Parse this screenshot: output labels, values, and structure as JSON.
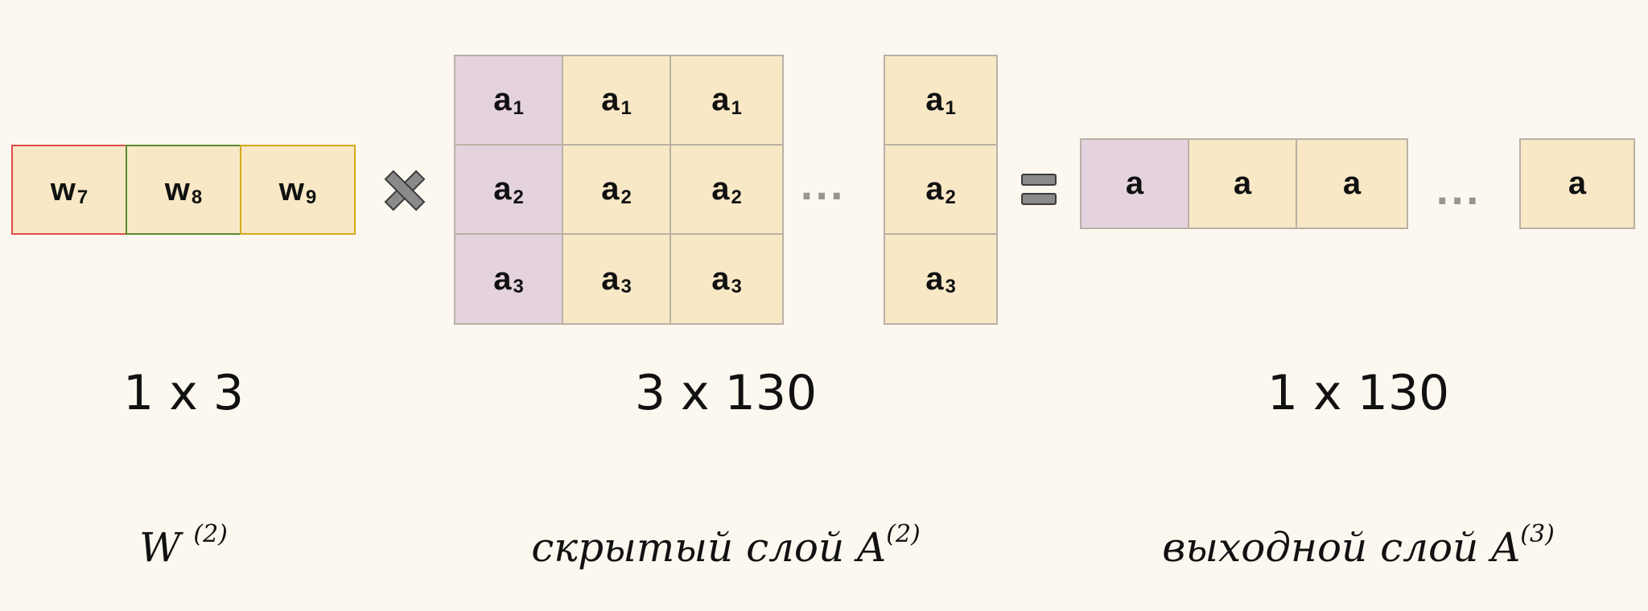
{
  "weights": {
    "cells": [
      {
        "base": "w",
        "sub": "7",
        "border": "#e04b4b"
      },
      {
        "base": "w",
        "sub": "8",
        "border": "#5a8a2e"
      },
      {
        "base": "w",
        "sub": "9",
        "border": "#d2a91a"
      }
    ],
    "dimension": "1 x 3",
    "caption_base": "W ",
    "caption_sup": "(2)"
  },
  "hidden_layer": {
    "matrix": [
      [
        {
          "base": "a",
          "sub": "1"
        },
        {
          "base": "a",
          "sub": "1"
        },
        {
          "base": "a",
          "sub": "1"
        }
      ],
      [
        {
          "base": "a",
          "sub": "2"
        },
        {
          "base": "a",
          "sub": "2"
        },
        {
          "base": "a",
          "sub": "2"
        }
      ],
      [
        {
          "base": "a",
          "sub": "3"
        },
        {
          "base": "a",
          "sub": "3"
        },
        {
          "base": "a",
          "sub": "3"
        }
      ]
    ],
    "last_column": [
      {
        "base": "a",
        "sub": "1"
      },
      {
        "base": "a",
        "sub": "2"
      },
      {
        "base": "a",
        "sub": "3"
      }
    ],
    "ellipsis": "...",
    "dimension": "3 x 130",
    "caption_base": "скрытый слой A",
    "caption_sup": "(2)"
  },
  "output_layer": {
    "cells": [
      "a",
      "a",
      "a"
    ],
    "last_cell": "a",
    "ellipsis": "...",
    "dimension": "1 x 130",
    "caption_base": "выходной слой A",
    "caption_sup": "(3)"
  },
  "operators": {
    "multiply": "multiply-icon",
    "equals": "equals-icon"
  },
  "colors": {
    "background": "#fcf8ef",
    "cell_fill": "#f9e8c6",
    "first_column_fill": "#e4d3de",
    "grid_border": "#b9b1a6",
    "operator_fill": "#8a8a8a"
  }
}
